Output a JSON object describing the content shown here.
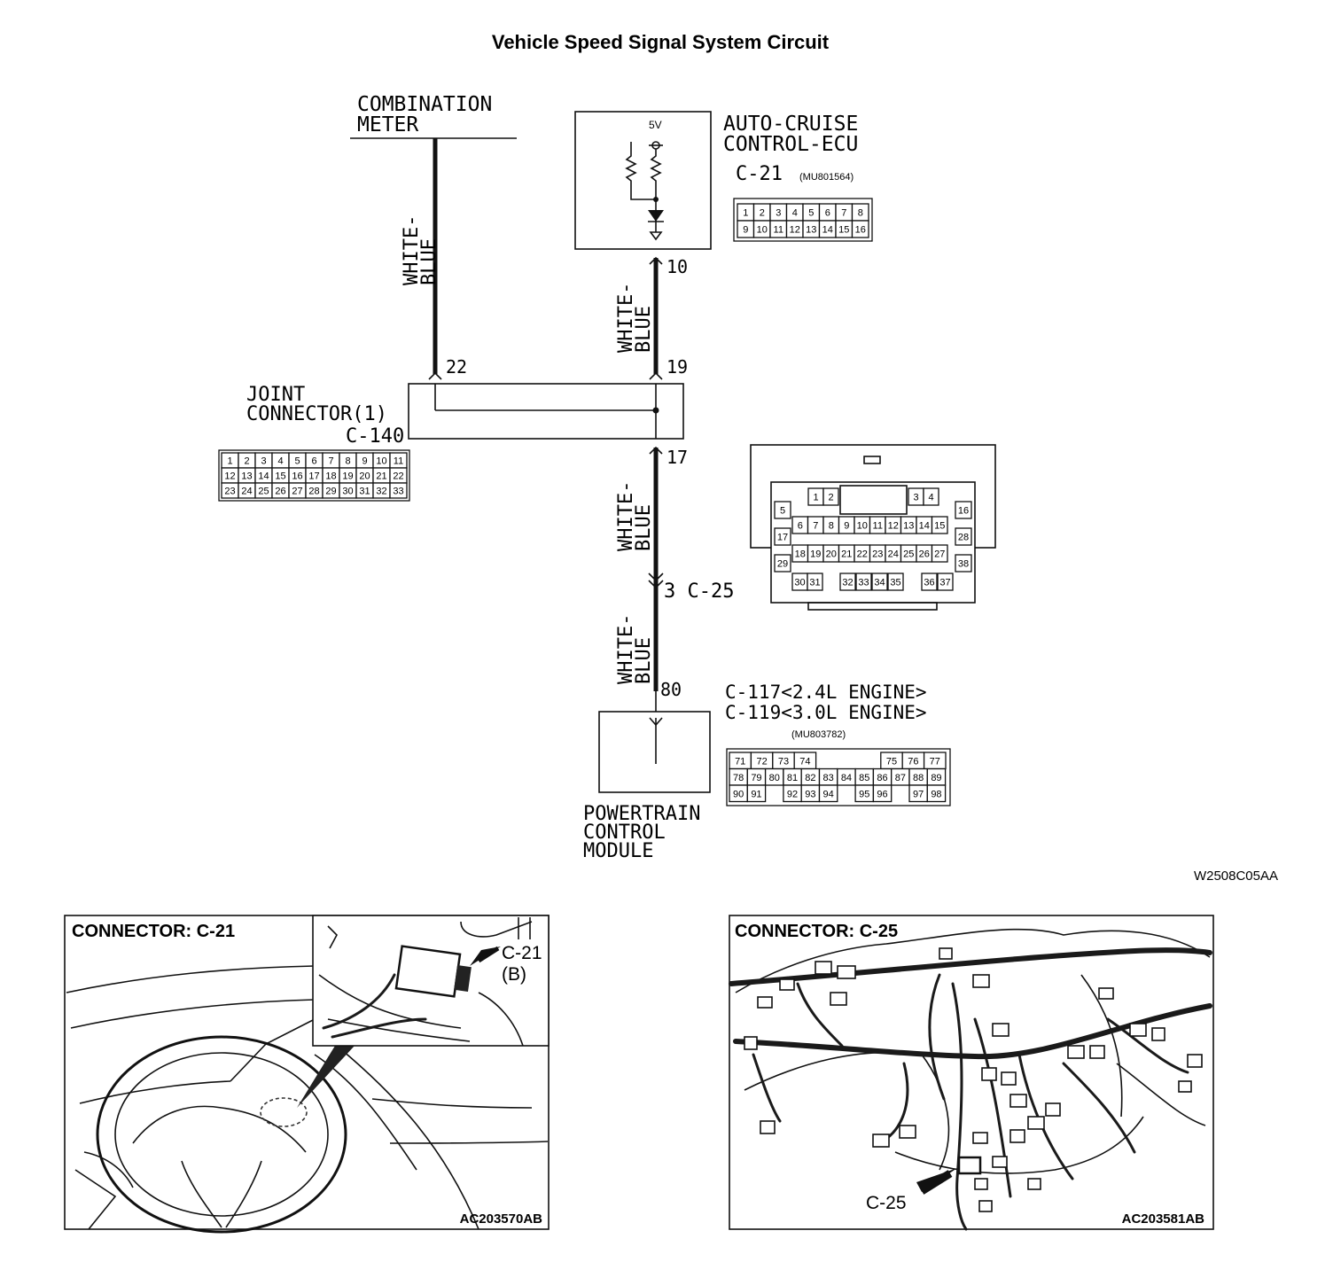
{
  "title": "Vehicle Speed Signal System Circuit",
  "diagram_code": "W2508C05AA",
  "components": {
    "combination_meter": [
      "COMBINATION",
      "METER"
    ],
    "auto_cruise_ecu": [
      "AUTO-CRUISE",
      "CONTROL-ECU"
    ],
    "ecu_voltage": "5V",
    "ecu_connector": "C-21",
    "ecu_part_no": "(MU801564)",
    "joint_connector": [
      "JOINT",
      "CONNECTOR(1)"
    ],
    "joint_connector_id": "C-140",
    "pcm_connector_lines": [
      "C-117<2.4L ENGINE>",
      "C-119<3.0L ENGINE>"
    ],
    "pcm_part_no": "(MU803782)",
    "pcm": [
      "POWERTRAIN",
      "CONTROL",
      "MODULE"
    ],
    "intermediate_connector": "3  C-25"
  },
  "wires": {
    "color_line1": "WHITE-",
    "color_line2": "BLUE"
  },
  "terminals": {
    "t10": "10",
    "t19": "19",
    "t22": "22",
    "t17": "17",
    "t80": "80"
  },
  "connector_c21_rows": [
    [
      "1",
      "2",
      "3",
      "4",
      "5",
      "6",
      "7",
      "8"
    ],
    [
      "9",
      "10",
      "11",
      "12",
      "13",
      "14",
      "15",
      "16"
    ]
  ],
  "connector_c140_rows": [
    [
      "1",
      "2",
      "3",
      "4",
      "5",
      "6",
      "7",
      "8",
      "9",
      "10",
      "11"
    ],
    [
      "12",
      "13",
      "14",
      "15",
      "16",
      "17",
      "18",
      "19",
      "20",
      "21",
      "22"
    ],
    [
      "23",
      "24",
      "25",
      "26",
      "27",
      "28",
      "29",
      "30",
      "31",
      "32",
      "33"
    ]
  ],
  "connector_c25": {
    "row1": [
      "1",
      "2",
      "3",
      "4"
    ],
    "left_col": [
      "5",
      "17",
      "29"
    ],
    "right_col": [
      "16",
      "28",
      "38"
    ],
    "row2": [
      "6",
      "7",
      "8",
      "9",
      "10",
      "11",
      "12",
      "13",
      "14",
      "15"
    ],
    "row3": [
      "18",
      "19",
      "20",
      "21",
      "22",
      "23",
      "24",
      "25",
      "26",
      "27"
    ],
    "row4": [
      "30",
      "31",
      "32",
      "33",
      "34",
      "35",
      "36",
      "37"
    ]
  },
  "connector_pcm_rows": [
    [
      "71",
      "72",
      "73",
      "74",
      "",
      "",
      "",
      "75",
      "76",
      "77"
    ],
    [
      "78",
      "79",
      "80",
      "81",
      "82",
      "83",
      "84",
      "85",
      "86",
      "87",
      "88",
      "89"
    ],
    [
      "90",
      "91",
      "",
      "92",
      "93",
      "94",
      "",
      "95",
      "96",
      "",
      "97",
      "98"
    ]
  ],
  "panels": {
    "left": {
      "heading": "CONNECTOR: C-21",
      "callout_1": "C-21",
      "callout_2": "(B)",
      "code": "AC203570AB"
    },
    "right": {
      "heading": "CONNECTOR: C-25",
      "callout": "C-25",
      "code": "AC203581AB"
    }
  }
}
